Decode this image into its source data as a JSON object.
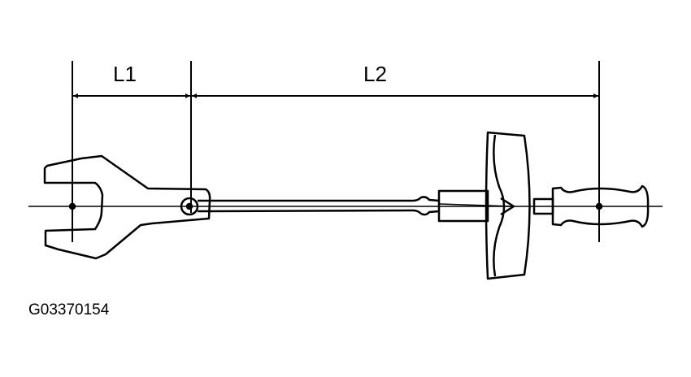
{
  "labels": {
    "l1": "L1",
    "l2": "L2"
  },
  "figure_code": "G03370154",
  "colors": {
    "line": "#000000",
    "background": "#ffffff"
  }
}
